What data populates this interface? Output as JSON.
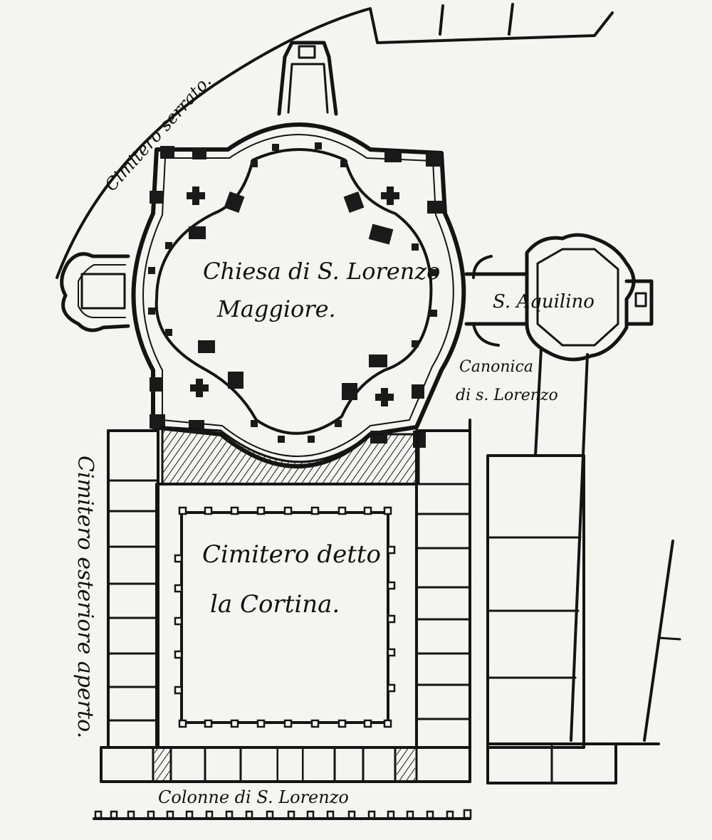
{
  "labels": {
    "church_line1": "Chiesa di S. Lorenzo",
    "church_line2": "Maggiore.",
    "chapel": "S. Aquilino",
    "canonica_line1": "Canonica",
    "canonica_line2": "di s. Lorenzo",
    "cemetery_closed": "Cimitero serrato.",
    "cemetery_open": "Cimitero esteriore aperto.",
    "courtyard_line1": "Cimitero detto",
    "courtyard_line2": "la Cortina.",
    "columns": "Colonne di S. Lorenzo"
  },
  "colors": {
    "ink": "#141414",
    "paper": "#f4f4f1"
  }
}
